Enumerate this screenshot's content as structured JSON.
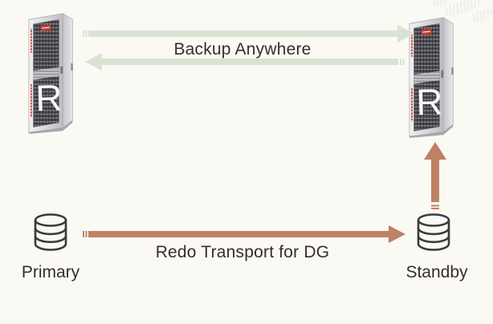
{
  "canvas": {
    "background_color": "#fbf9f4"
  },
  "colors": {
    "backup_arrow_green": "#d9e3d4",
    "redo_arrow_copper": "#bf8263",
    "label_text": "#332f2b",
    "appliance_brand_red": "#c53d30",
    "database_icon_stroke": "#3a3a3a"
  },
  "diagram": {
    "top_flow": {
      "label": "Backup Anywhere",
      "direction": "bidirectional"
    },
    "bottom_flow": {
      "label": "Redo Transport for DG",
      "direction": "left-to-right"
    },
    "appliances": {
      "left": {
        "kind": "recovery-appliance-rack",
        "logo_letter": "R"
      },
      "right": {
        "kind": "recovery-appliance-rack",
        "logo_letter": "R"
      }
    },
    "databases": {
      "primary": {
        "label": "Primary"
      },
      "standby": {
        "label": "Standby"
      }
    }
  }
}
